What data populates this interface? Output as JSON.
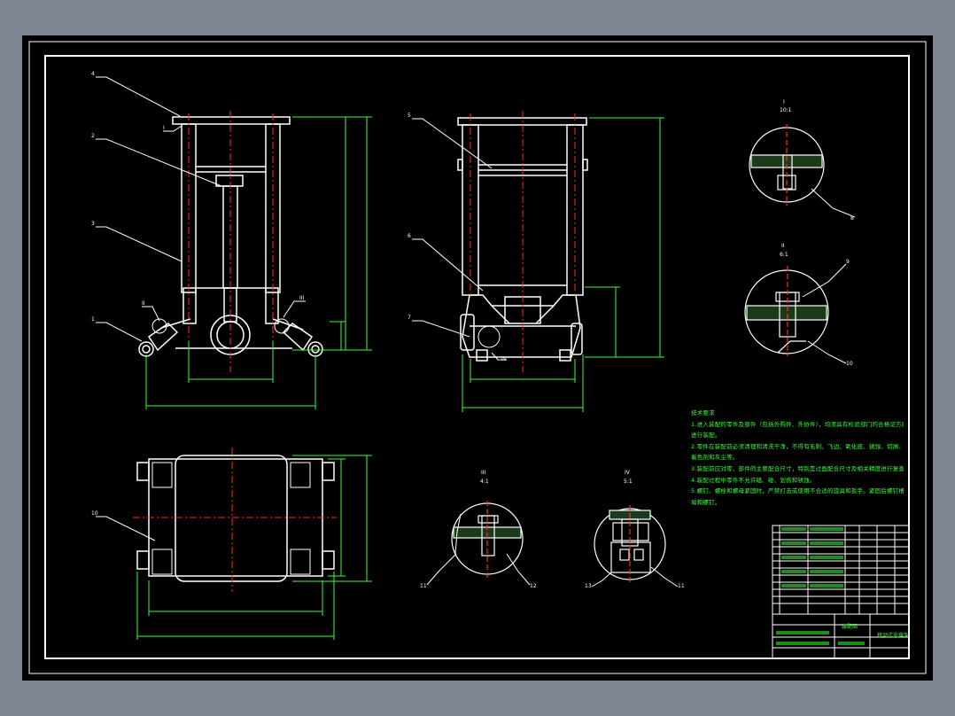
{
  "colors": {
    "background": "#7e8694",
    "sheet": "#000000",
    "geometry": "#ffffff",
    "centerline": "#ff2a2a",
    "dimension": "#33ff33",
    "annotation": "#ffffff"
  },
  "views": {
    "front": {
      "balloons": [
        "4",
        "2",
        "3",
        "1"
      ],
      "detail_callouts": [
        "I",
        "II",
        "III"
      ]
    },
    "side": {
      "balloons": [
        "5",
        "6",
        "7"
      ],
      "detail_callouts": [
        "IV"
      ]
    },
    "top": {
      "balloons": [
        "10"
      ]
    }
  },
  "details": {
    "detail_I": {
      "title": "I",
      "scale": "10:1",
      "balloon": "8"
    },
    "detail_II": {
      "title": "II",
      "scale": "6:1",
      "balloons": [
        "9",
        "10"
      ]
    },
    "detail_III": {
      "title": "III",
      "scale": "4:1",
      "balloons": [
        "11",
        "12"
      ]
    },
    "detail_IV": {
      "title": "IV",
      "scale": "5:1",
      "balloons": [
        "13",
        "11"
      ]
    }
  },
  "technical_notes": {
    "title": "技术要求",
    "lines": [
      "1.进入装配的零件及部件（包括外购件、外协件），均须具有检验部门的合格证方能",
      "进行装配。",
      "2.零件在装配前必须清理和清洗干净，不得有毛刺、飞边、氧化皮、锈蚀、切屑、油污、",
      "着色剂和灰尘等。",
      "3.装配前应对零、部件的主要配合尺寸，特别是过盈配合尺寸及相关精度进行复查。",
      "4.装配过程中零件不允许磕、碰、划伤和锈蚀。",
      "5.螺钉、螺栓和螺母紧固时，严禁打击或使用不合适的旋具和扳手。紧固后螺钉槽、螺",
      "母和螺钉。"
    ]
  },
  "title_block": {
    "drawing_name": "装配图",
    "part_name": "移动式支撑架"
  }
}
